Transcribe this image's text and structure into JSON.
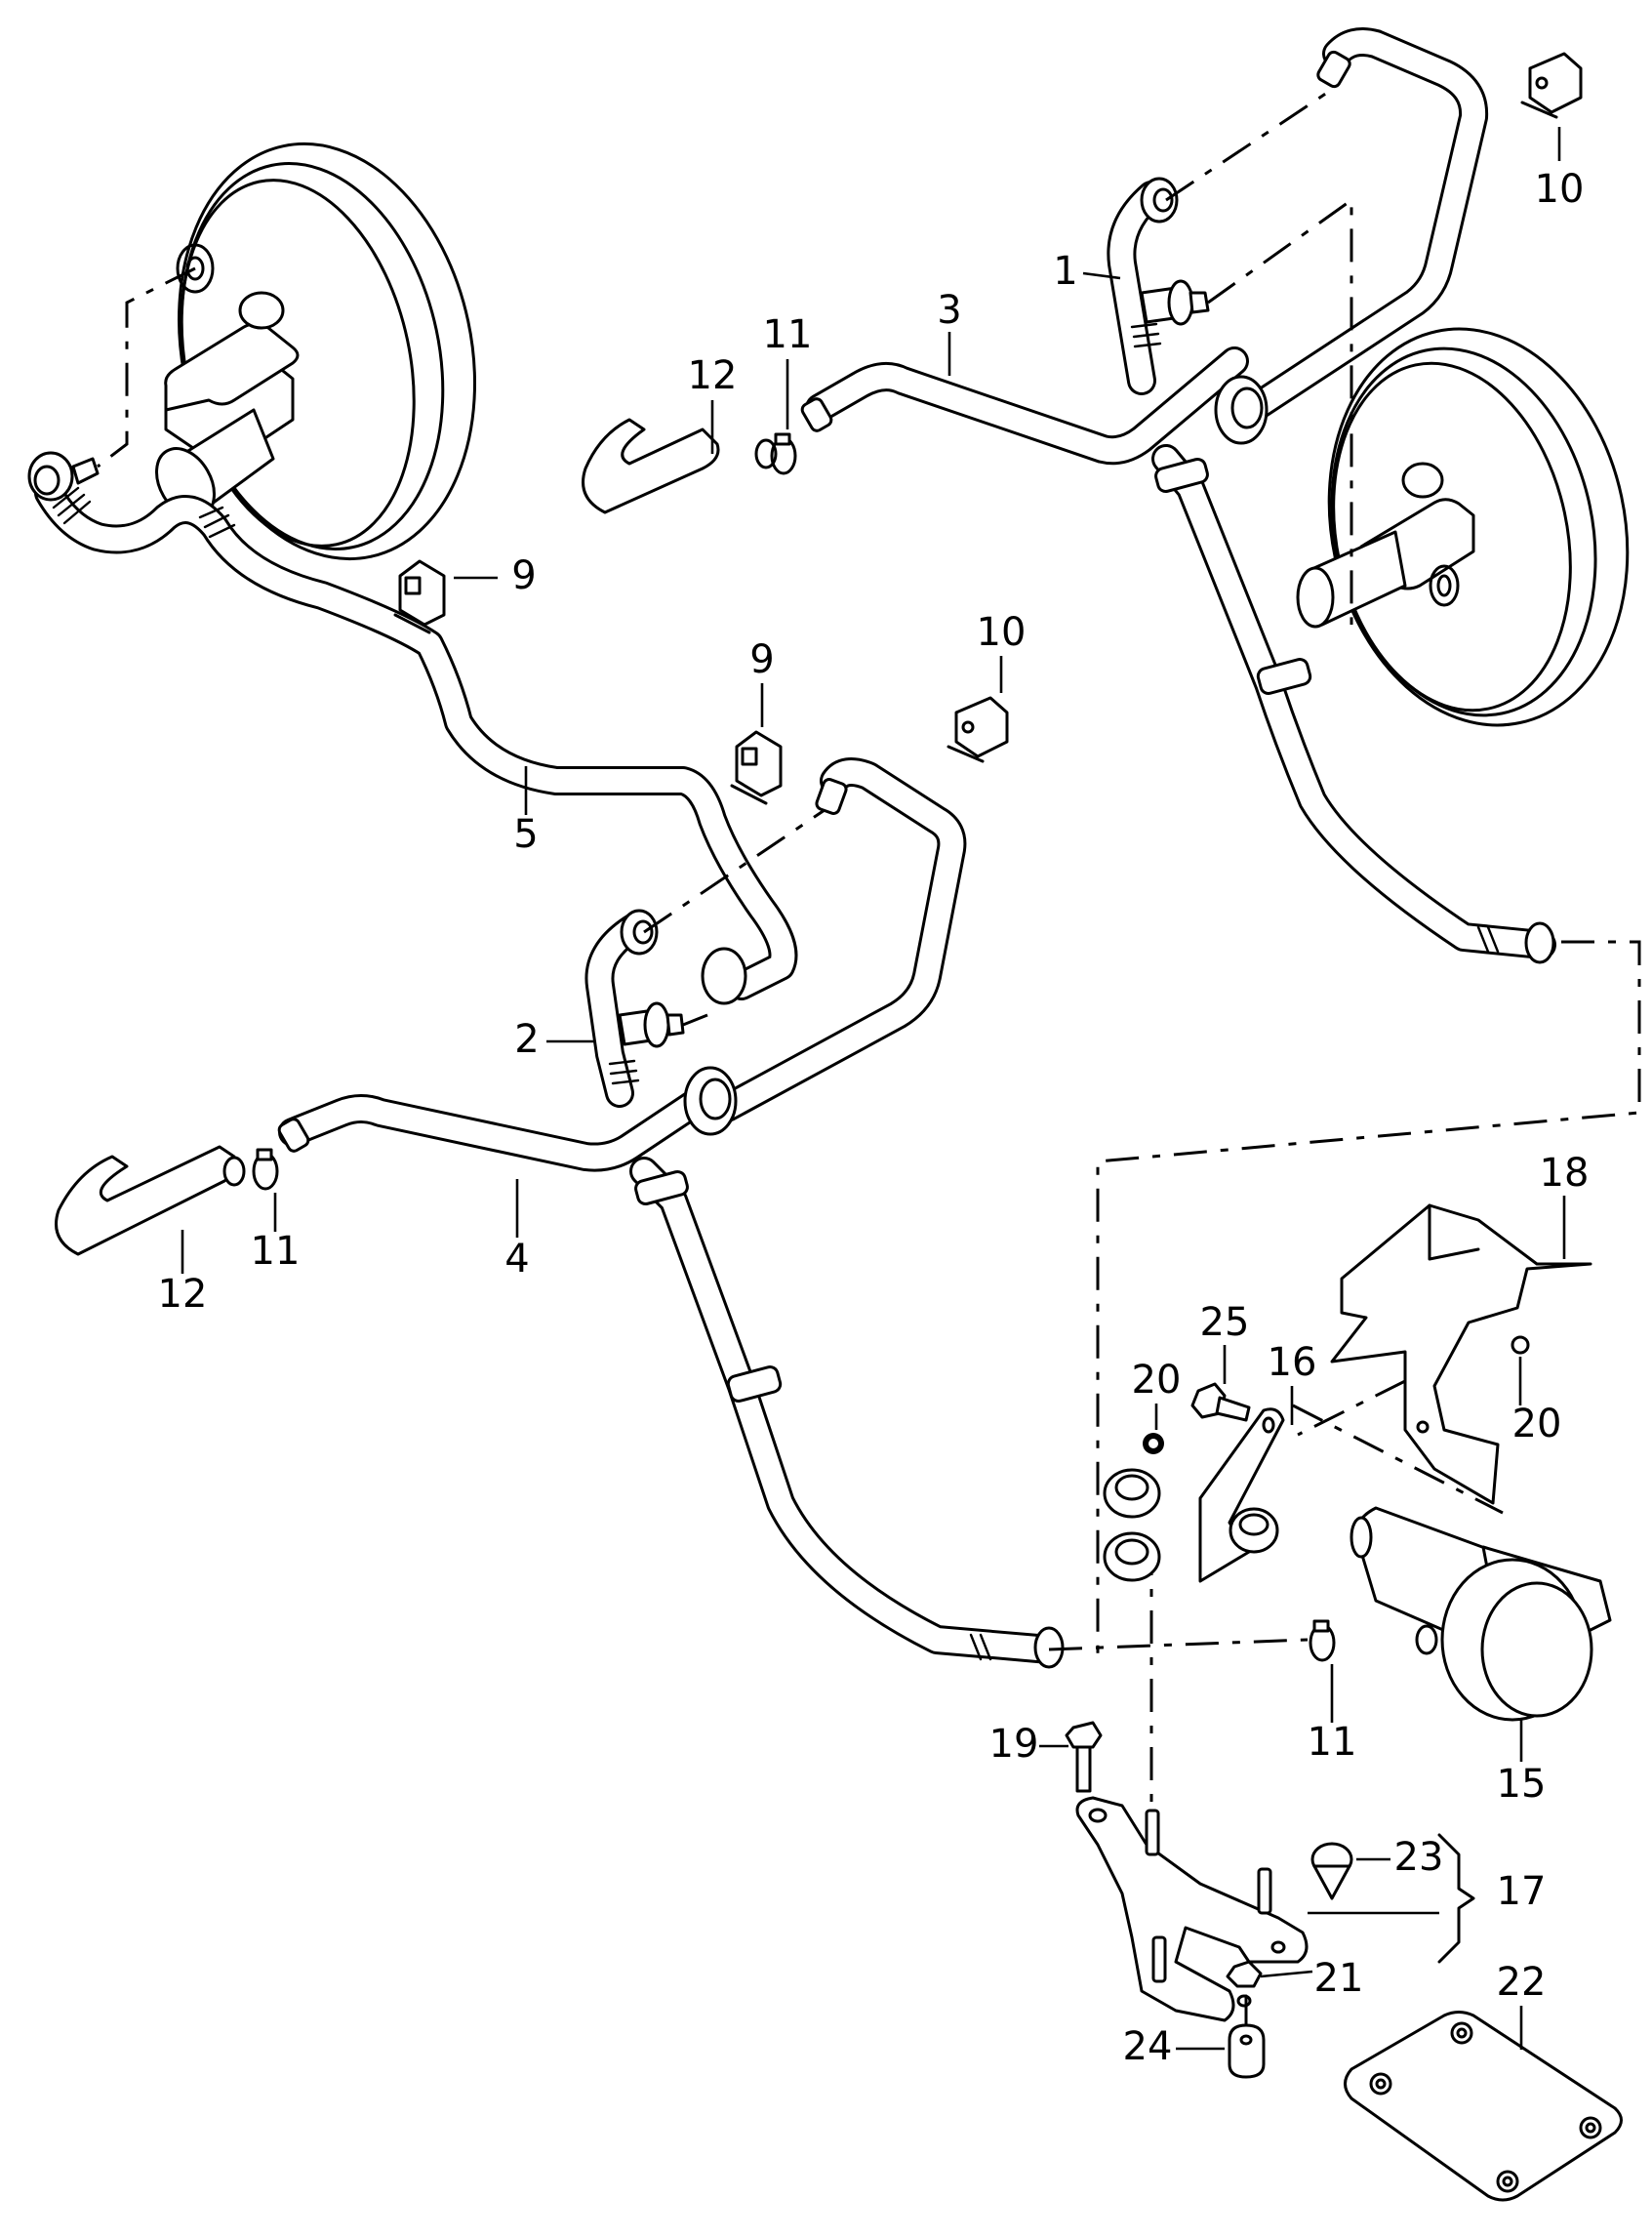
{
  "diagram": {
    "title": "Brake booster vacuum lines and vacuum pump exploded view",
    "callouts": [
      {
        "id": "c1",
        "label": "1",
        "part": "t-piece-connector-upper"
      },
      {
        "id": "c2",
        "label": "2",
        "part": "t-piece-connector-lower"
      },
      {
        "id": "c3",
        "label": "3",
        "part": "vacuum-hose-upper"
      },
      {
        "id": "c4",
        "label": "4",
        "part": "vacuum-hose-lower"
      },
      {
        "id": "c5",
        "label": "5",
        "part": "vacuum-hose-long"
      },
      {
        "id": "c9a",
        "label": "9",
        "part": "hose-clip"
      },
      {
        "id": "c9b",
        "label": "9",
        "part": "hose-clip"
      },
      {
        "id": "c10a",
        "label": "10",
        "part": "hose-clip-double"
      },
      {
        "id": "c10b",
        "label": "10",
        "part": "hose-clip-double"
      },
      {
        "id": "c11a",
        "label": "11",
        "part": "hose-clamp"
      },
      {
        "id": "c11b",
        "label": "11",
        "part": "hose-clamp"
      },
      {
        "id": "c11c",
        "label": "11",
        "part": "hose-clamp"
      },
      {
        "id": "c12a",
        "label": "12",
        "part": "intake-connector"
      },
      {
        "id": "c12b",
        "label": "12",
        "part": "intake-connector"
      },
      {
        "id": "c15",
        "label": "15",
        "part": "vacuum-pump"
      },
      {
        "id": "c16",
        "label": "16",
        "part": "pump-bracket"
      },
      {
        "id": "c17",
        "label": "17",
        "part": "mounting-bracket-assembly"
      },
      {
        "id": "c18",
        "label": "18",
        "part": "heat-shield"
      },
      {
        "id": "c19",
        "label": "19",
        "part": "bolt"
      },
      {
        "id": "c20a",
        "label": "20",
        "part": "nut"
      },
      {
        "id": "c20b",
        "label": "20",
        "part": "nut"
      },
      {
        "id": "c21",
        "label": "21",
        "part": "nut-flanged"
      },
      {
        "id": "c22",
        "label": "22",
        "part": "cover-plate"
      },
      {
        "id": "c23",
        "label": "23",
        "part": "rubber-buffer"
      },
      {
        "id": "c24",
        "label": "24",
        "part": "spacer-sleeve"
      },
      {
        "id": "c25",
        "label": "25",
        "part": "bolt-flanged"
      }
    ]
  }
}
